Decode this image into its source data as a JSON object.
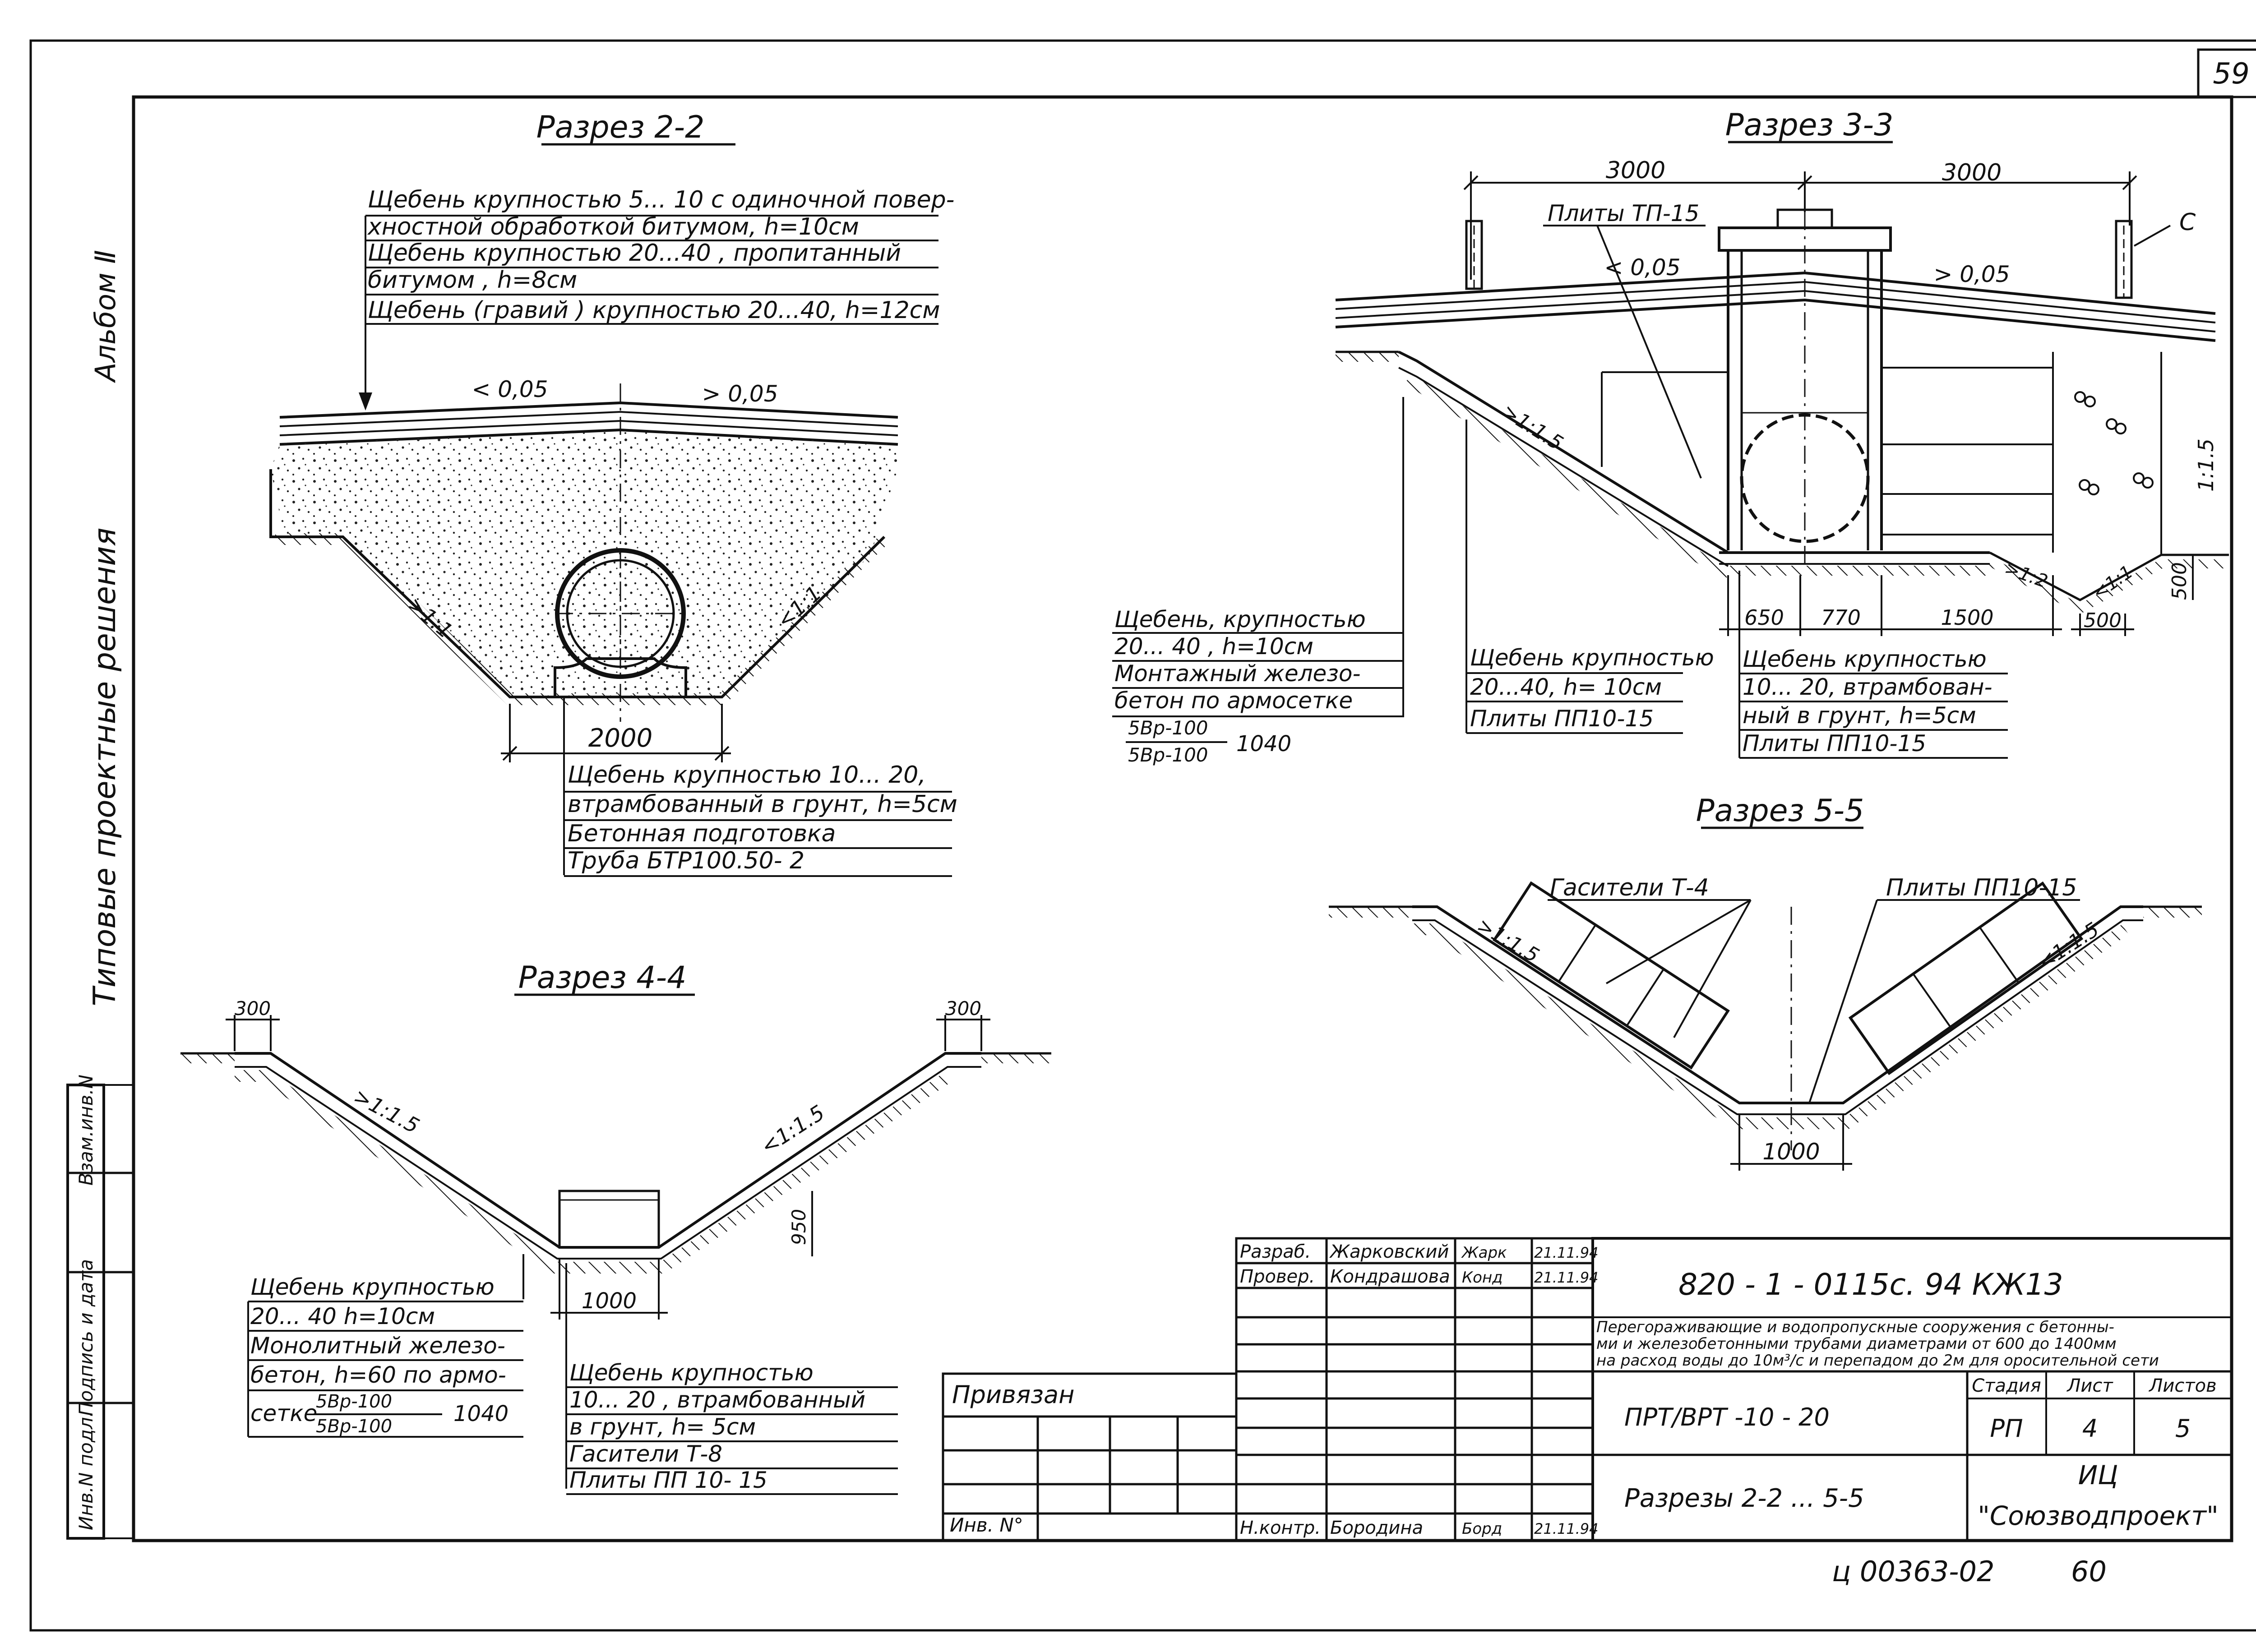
{
  "sheet": {
    "number": "59",
    "bottom_code": "ц 00363-02",
    "bottom_page": "60"
  },
  "side": {
    "album": "Альбом Ⅱ",
    "series": "Типовые  проектные  решения",
    "box_vzam": "Взам.инв.N",
    "box_podpis": "Подпись и дата",
    "box_inv": "Инв.N подл."
  },
  "section22": {
    "title": "Разрез 2-2",
    "notes": [
      "Щебень крупностью 5... 10 с одиночной повер-",
      "хностной обработкой битумом, h=10см",
      "Щебень крупностью 20...40 , пропитанный",
      "битумом ,  h=8см",
      "Щебень (гравий ) крупностью 20...40, h=12см"
    ],
    "slope_left": "< 0,05",
    "slope_right": "> 0,05",
    "side_left": ">1:1",
    "side_right": "<1:1",
    "dim": "2000",
    "bottom_notes": [
      "Щебень крупностью 10... 20,",
      "втрамбованный в грунт, h=5см",
      "Бетонная подготовка",
      "Труба БТР100.50- 2"
    ]
  },
  "section33": {
    "title": "Разрез 3-3",
    "dim_left": "3000",
    "dim_right": "3000",
    "plates": "Плиты ТП-15",
    "mark_c": "С",
    "slope_left": "< 0,05",
    "slope_right": "> 0,05",
    "side_slope": ">1:1.5",
    "right_slope": "1:1.5",
    "slope_12": ">1:2",
    "slope_11": "<1:1",
    "dim_650": "650",
    "dim_770": "770",
    "dim_1500": "1500",
    "dim_500a": "500",
    "dim_500b": "500",
    "left_notes": [
      "Щебень, крупностью",
      "20... 40 ,  h=10см",
      "Монтажный железо-",
      "бетон по армосетке"
    ],
    "left_frac_top": "5Вр-100",
    "left_frac_bottom": "5Вр-100",
    "left_frac_num": "1040",
    "mid_notes": [
      "Щебень крупностью",
      "20...40,  h= 10см",
      "Плиты ПП10-15"
    ],
    "right_notes": [
      "Щебень крупностью",
      "10... 20, втрамбован-",
      "ный в грунт, h=5см",
      "Плиты ПП10-15"
    ]
  },
  "section44": {
    "title": "Разрез 4-4",
    "dim_300_left": "300",
    "dim_300_right": "300",
    "slope_left": ">1:1.5",
    "slope_right": "<1:1.5",
    "dim_950": "950",
    "dim_1000": "1000",
    "left_notes": [
      "Щебень крупностью",
      "20... 40       h=10см",
      "Монолитный железо-",
      "бетон, h=60 по армо-"
    ],
    "left_last": "сетке",
    "frac_top": "5Вр-100",
    "frac_bottom": "5Вр-100",
    "frac_num": "1040",
    "right_notes": [
      "Щебень  крупностью",
      "10... 20 , втрамбованный",
      "в  грунт,     h= 5см",
      "Гасители Т-8",
      "Плиты ПП 10- 15"
    ]
  },
  "section55": {
    "title": "Разрез 5-5",
    "dampers": "Гасители Т-4",
    "plates": "Плиты ПП10-15",
    "slope_left": ">1:1.5",
    "slope_right": "<1:1.5",
    "dim_1000": "1000"
  },
  "stamp": {
    "privyazan": "Привязан",
    "inv_no": "Инв. N°",
    "rows": [
      {
        "role": "Разраб.",
        "name": "Жарковский",
        "sign": "Жарк",
        "date": "21.11.94"
      },
      {
        "role": "Провер.",
        "name": "Кондрашова",
        "sign": "Конд",
        "date": "21.11.94"
      },
      {
        "role": "Н.контр.",
        "name": "Бородина",
        "sign": "Борд",
        "date": "21.11.94"
      }
    ],
    "code": "820 - 1 - 0115с. 94  КЖ13",
    "description": [
      "Перегораживающие и водопропускные сооружения с бетонны-",
      "ми и железобетонными трубами диаметрами от 600 до 1400мм",
      "на расход воды до 10м³/с и перепадом до 2м для оросительной сети"
    ],
    "project": "ПРТ/ВРТ -10 - 20",
    "stage_h": "Стадия",
    "sheet_h": "Лист",
    "sheets_h": "Листов",
    "stage": "РП",
    "sheet": "4",
    "sheets": "5",
    "drawing_title": "Разрезы  2-2 ... 5-5",
    "org1": "ИЦ",
    "org2": "\"Союзводпроект\""
  }
}
